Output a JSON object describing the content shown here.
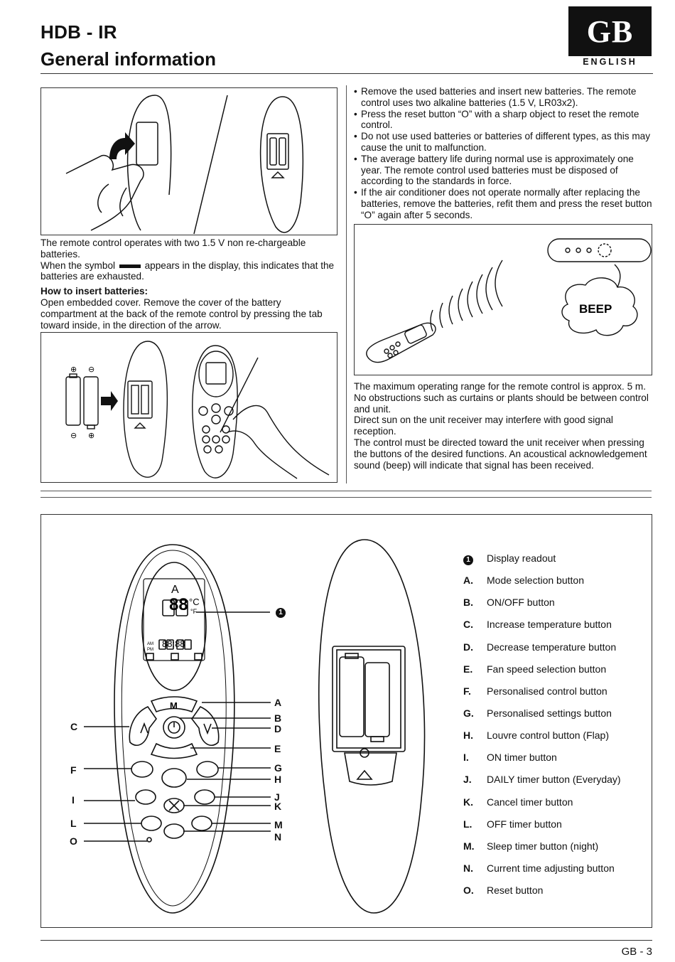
{
  "header": {
    "model": "HDB - IR",
    "section": "General information",
    "lang_code": "GB",
    "lang_name": "ENGLISH"
  },
  "left_column": {
    "battery_intro": "The remote control operates with two 1.5 V non re-chargeable batteries.",
    "symbol_before": "When the symbol",
    "symbol_after": "appears in the display, this indicates that the batteries are exhausted.",
    "insert_heading": "How to insert batteries:",
    "insert_text": "Open embedded cover. Remove the cover of the battery compartment at the back of the remote control by pressing the tab toward inside, in the direction of the arrow."
  },
  "right_column": {
    "bullets": [
      "Remove the used batteries and insert new batteries. The remote control uses two alkaline batteries (1.5 V, LR03x2).",
      "Press the reset button “O” with a sharp object to reset the remote control.",
      "Do not use used batteries or batteries of different types, as this may cause the unit to malfunction.",
      "The average battery life during normal use is approximately one year. The remote control used batteries must be disposed of according to the standards in force.",
      "If the air conditioner does not operate normally after replacing the batteries, remove the batteries, refit them and press the reset button “O” again after 5 seconds."
    ],
    "beep_label": "BEEP",
    "range_text": [
      "The maximum operating range for the remote control is approx. 5 m.",
      "No obstructions such as curtains or plants should be between control and unit.",
      "Direct sun on the unit receiver may interfere with good signal reception.",
      "The control must be directed toward the unit receiver when pressing the buttons of the desired functions. An acoustical acknowledgement sound (beep) will indicate that signal has been received."
    ]
  },
  "figure_labels": {
    "plus": "⊕",
    "minus": "⊖",
    "display_num": "88",
    "display_unit_c": "°C",
    "display_unit_f": "°F",
    "display_time": "88:88",
    "am": "AM",
    "pm": "PM",
    "mode_letter": "A",
    "btn_m": "M"
  },
  "callouts": {
    "left": [
      "C",
      "F",
      "I",
      "L",
      "O"
    ],
    "right": [
      "A",
      "B",
      "D",
      "E",
      "G",
      "H",
      "J",
      "K",
      "M",
      "N"
    ],
    "display": "1"
  },
  "legend": [
    {
      "key": "1",
      "label": "Display readout"
    },
    {
      "key": "A.",
      "label": "Mode selection button"
    },
    {
      "key": "B.",
      "label": "ON/OFF button"
    },
    {
      "key": "C.",
      "label": "Increase temperature button"
    },
    {
      "key": "D.",
      "label": "Decrease temperature button"
    },
    {
      "key": "E.",
      "label": "Fan speed selection button"
    },
    {
      "key": "F.",
      "label": "Personalised control button"
    },
    {
      "key": "G.",
      "label": "Personalised settings button"
    },
    {
      "key": "H.",
      "label": "Louvre control button (Flap)"
    },
    {
      "key": "I.",
      "label": "ON timer button"
    },
    {
      "key": "J.",
      "label": "DAILY timer button (Everyday)"
    },
    {
      "key": "K.",
      "label": "Cancel timer button"
    },
    {
      "key": "L.",
      "label": "OFF timer button"
    },
    {
      "key": "M.",
      "label": "Sleep timer button (night)"
    },
    {
      "key": "N.",
      "label": "Current time adjusting button"
    },
    {
      "key": "O.",
      "label": "Reset button"
    }
  ],
  "footer": {
    "page": "GB - 3"
  }
}
